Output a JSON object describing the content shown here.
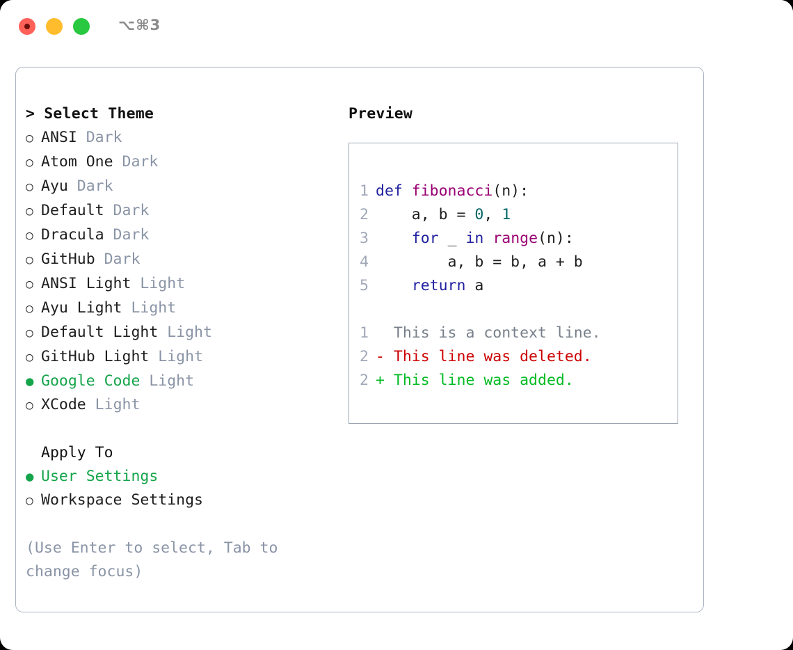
{
  "window": {
    "shortcut_label": "⌥⌘3",
    "traffic_lights": [
      "close",
      "minimize",
      "maximize"
    ]
  },
  "colors": {
    "accent_green": "#14a44a",
    "muted": "#8a94a6",
    "keyword": "#2020a0",
    "function": "#990073",
    "number": "#006666",
    "diff_added": "#00bb22",
    "diff_deleted": "#cc0000",
    "diff_context": "#777f8a",
    "gutter": "#a0a8b8",
    "panel_border": "#aab3c0",
    "code_border": "#9aa5b1"
  },
  "theme_list": {
    "header": "> Select Theme",
    "bullet_unselected": "○",
    "bullet_selected": "●",
    "items": [
      {
        "name": "ANSI",
        "kind": "Dark",
        "selected": false
      },
      {
        "name": "Atom One",
        "kind": "Dark",
        "selected": false
      },
      {
        "name": "Ayu",
        "kind": "Dark",
        "selected": false
      },
      {
        "name": "Default",
        "kind": "Dark",
        "selected": false
      },
      {
        "name": "Dracula",
        "kind": "Dark",
        "selected": false
      },
      {
        "name": "GitHub",
        "kind": "Dark",
        "selected": false
      },
      {
        "name": "ANSI Light",
        "kind": "Light",
        "selected": false
      },
      {
        "name": "Ayu Light",
        "kind": "Light",
        "selected": false
      },
      {
        "name": "Default Light",
        "kind": "Light",
        "selected": false
      },
      {
        "name": "GitHub Light",
        "kind": "Light",
        "selected": false
      },
      {
        "name": "Google Code",
        "kind": "Light",
        "selected": true
      },
      {
        "name": "XCode",
        "kind": "Light",
        "selected": false
      }
    ]
  },
  "apply_to": {
    "header": "Apply To",
    "options": [
      {
        "label": "User Settings",
        "selected": true
      },
      {
        "label": "Workspace Settings",
        "selected": false
      }
    ]
  },
  "hint": "(Use Enter to select, Tab to change focus)",
  "preview": {
    "title": "Preview",
    "code_lines": [
      {
        "number": "1",
        "tokens": [
          {
            "t": "def ",
            "c": "kw"
          },
          {
            "t": "fibonacci",
            "c": "fn"
          },
          {
            "t": "(n):",
            "c": "pl"
          }
        ]
      },
      {
        "number": "2",
        "tokens": [
          {
            "t": "    a, b = ",
            "c": "pl"
          },
          {
            "t": "0",
            "c": "num"
          },
          {
            "t": ", ",
            "c": "pl"
          },
          {
            "t": "1",
            "c": "num"
          }
        ]
      },
      {
        "number": "3",
        "tokens": [
          {
            "t": "    ",
            "c": "pl"
          },
          {
            "t": "for",
            "c": "kw"
          },
          {
            "t": " _ ",
            "c": "pl"
          },
          {
            "t": "in",
            "c": "kw"
          },
          {
            "t": " ",
            "c": "pl"
          },
          {
            "t": "range",
            "c": "fn"
          },
          {
            "t": "(n):",
            "c": "pl"
          }
        ]
      },
      {
        "number": "4",
        "tokens": [
          {
            "t": "        a, b = b, a + b",
            "c": "pl"
          }
        ]
      },
      {
        "number": "5",
        "tokens": [
          {
            "t": "    ",
            "c": "pl"
          },
          {
            "t": "return",
            "c": "kw"
          },
          {
            "t": " a",
            "c": "pl"
          }
        ]
      }
    ],
    "diff_lines": [
      {
        "number": "1",
        "marker": " ",
        "text": " This is a context line.",
        "kind": "context"
      },
      {
        "number": "2",
        "marker": "-",
        "text": " This line was deleted.",
        "kind": "deleted"
      },
      {
        "number": "2",
        "marker": "+",
        "text": " This line was added.",
        "kind": "added"
      }
    ]
  }
}
